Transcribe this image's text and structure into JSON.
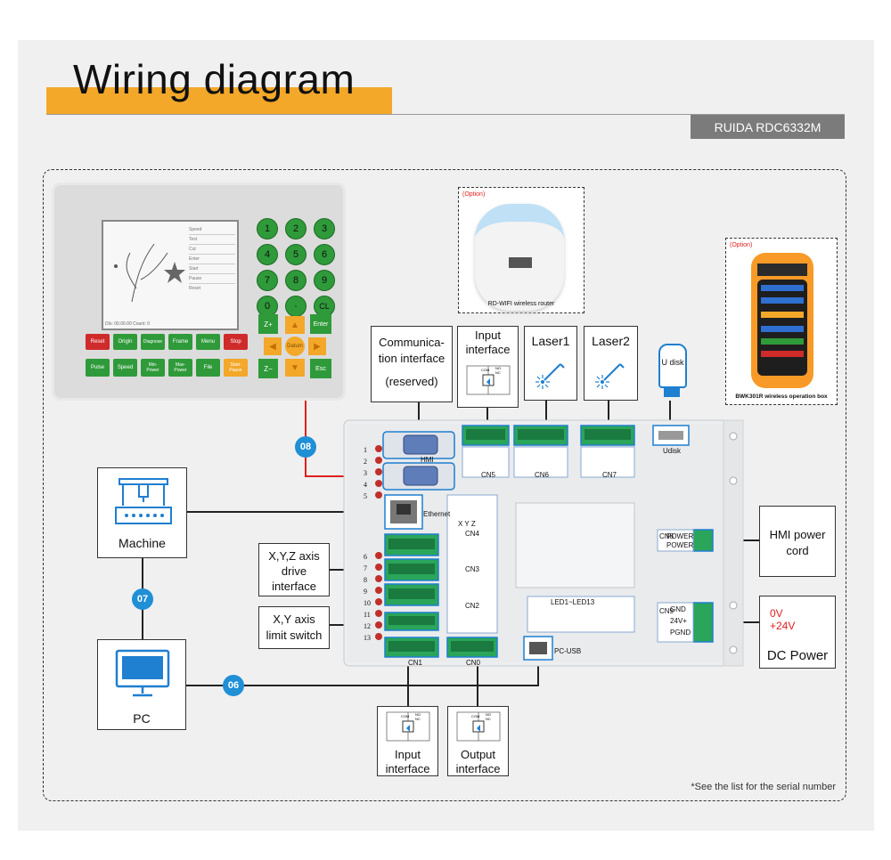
{
  "header": {
    "title": "Wiring diagram",
    "model": "RUIDA RDC6332M"
  },
  "hmi_panel": {
    "lcd": {
      "file_rows": [
        "Speed",
        "Test",
        "Cut",
        "Enter",
        "Start",
        "Pause",
        "Reset"
      ],
      "bottom_status": "DIs: 00.00.00    Count: 0"
    },
    "numpad": [
      "1",
      "2",
      "3",
      "4",
      "5",
      "6",
      "7",
      "8",
      "9",
      "0",
      "·",
      "CL"
    ],
    "arrows": {
      "zp": "Z+",
      "zm": "Z−",
      "up": "▲",
      "down": "▼",
      "left": "◀",
      "right": "▶",
      "center": "Datum",
      "enter": "Enter",
      "esc": "Esc"
    },
    "func_keys_row1": [
      "Reset",
      "Origin",
      "Diagnose",
      "Frame",
      "Menu",
      "Stop"
    ],
    "func_keys_row2": [
      "Pulse",
      "Speed",
      "Min-\nPower",
      "Max-\nPower",
      "File",
      "Start-\nPause"
    ]
  },
  "options": {
    "wifi": {
      "tag": "(Option)",
      "label": "RD-WIFI wireless router"
    },
    "handheld": {
      "tag": "(Option)",
      "label": "BWK301R wireless operation box"
    }
  },
  "peripherals": {
    "comm": {
      "line1": "Communica-",
      "line2": "tion interface",
      "line3": "(reserved)"
    },
    "input_top": {
      "line1": "Input",
      "line2": "interface"
    },
    "laser1": "Laser1",
    "laser2": "Laser2",
    "udisk": "U disk",
    "machine": "Machine",
    "pc": "PC",
    "xyz": {
      "line1": "X,Y,Z axis",
      "line2": "drive",
      "line3": "interface"
    },
    "xy": {
      "line1": "X,Y axis",
      "line2": "limit switch"
    },
    "hmi_power": {
      "line1": "HMI power",
      "line2": "cord"
    },
    "dc": {
      "v0": "0V",
      "v24": "+24V",
      "label": "DC Power"
    },
    "input_bottom": {
      "line1": "Input",
      "line2": "interface"
    },
    "output_bottom": {
      "line1": "Output",
      "line2": "interface"
    }
  },
  "badges": {
    "b08": "08",
    "b07": "07",
    "b06": "06"
  },
  "board": {
    "cn_labels": {
      "cn5": "CN5",
      "cn6": "CN6",
      "cn7": "CN7",
      "cn4": "CN4",
      "cn3": "CN3",
      "cn2": "CN2",
      "cn1": "CN1",
      "cn0": "CN0",
      "cn8": "CN8",
      "cn9": "CN9"
    },
    "row_numbers": [
      "1",
      "2",
      "3",
      "4",
      "5",
      "6",
      "7",
      "8",
      "9",
      "10",
      "11",
      "12",
      "13"
    ],
    "ethernet": "Ethernet",
    "pc_usb": "PC-USB",
    "usb_disk": "Udisk",
    "leds": "LED1~LED13",
    "axis_xyz": "X  Y  Z",
    "power_rows": [
      "GND",
      "24V+",
      "PGND"
    ],
    "hmi_rows": [
      "POWER",
      "POWER"
    ],
    "circuit": {
      "com": "COM",
      "no": "NO",
      "nc": "NC"
    }
  },
  "footnote": "*See the list for the serial number",
  "colors": {
    "accent": "#f3a829",
    "badge": "#1f8fd6",
    "red_wire": "#e02020",
    "model_bar": "#7b7b7b",
    "dc_red": "#e02020",
    "key_green": "#2f9a3a",
    "key_red": "#cf2b2b"
  }
}
